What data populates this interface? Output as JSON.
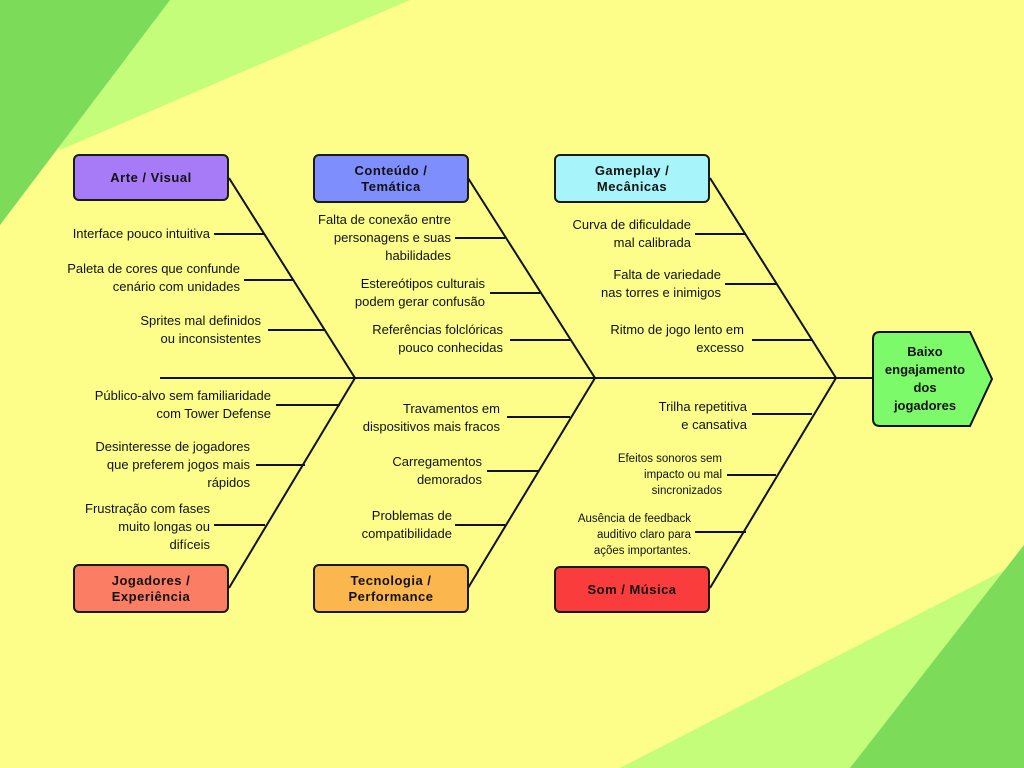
{
  "head": {
    "label": "Baixo\nengajamento\ndos\njogadores",
    "color": "#7dfa6a"
  },
  "categories": [
    {
      "label": "Arte / Visual",
      "color": "#a77bf7"
    },
    {
      "label": "Conteúdo /\nTemática",
      "color": "#7e8efc"
    },
    {
      "label": "Gameplay /\nMecânicas",
      "color": "#a7f5fb"
    },
    {
      "label": "Jogadores /\nExperiência",
      "color": "#fb7d63"
    },
    {
      "label": "Tecnologia /\nPerformance",
      "color": "#fbb64d"
    },
    {
      "label": "Som / Música",
      "color": "#fb3c3c"
    }
  ],
  "causes": {
    "arte": [
      "Interface pouco intuitiva",
      "Paleta de cores que confunde\ncenário com unidades",
      "Sprites mal definidos\nou inconsistentes"
    ],
    "conteudo": [
      "Falta de conexão entre\npersonagens e suas\nhabilidades",
      "Estereótipos culturais\npodem gerar confusão",
      "Referências folclóricas\npouco conhecidas"
    ],
    "gameplay": [
      "Curva de dificuldade\nmal calibrada",
      "Falta de variedade\nnas torres e inimigos",
      "Ritmo de jogo lento em\nexcesso"
    ],
    "jogadores": [
      "Público-alvo sem familiaridade\ncom Tower Defense",
      "Desinteresse de jogadores\nque preferem jogos mais\nrápidos",
      "Frustração com fases\nmuito longas ou\ndifíceis"
    ],
    "tecnologia": [
      "Travamentos em\ndispositivos mais fracos",
      "Carregamentos\ndemorados",
      "Problemas de\ncompatibilidade"
    ],
    "som": [
      "Trilha repetitiva\ne cansativa",
      "Efeitos sonoros sem\nimpacto ou mal\nsincronizados",
      "Ausência de feedback\nauditivo claro para\nações importantes."
    ]
  }
}
